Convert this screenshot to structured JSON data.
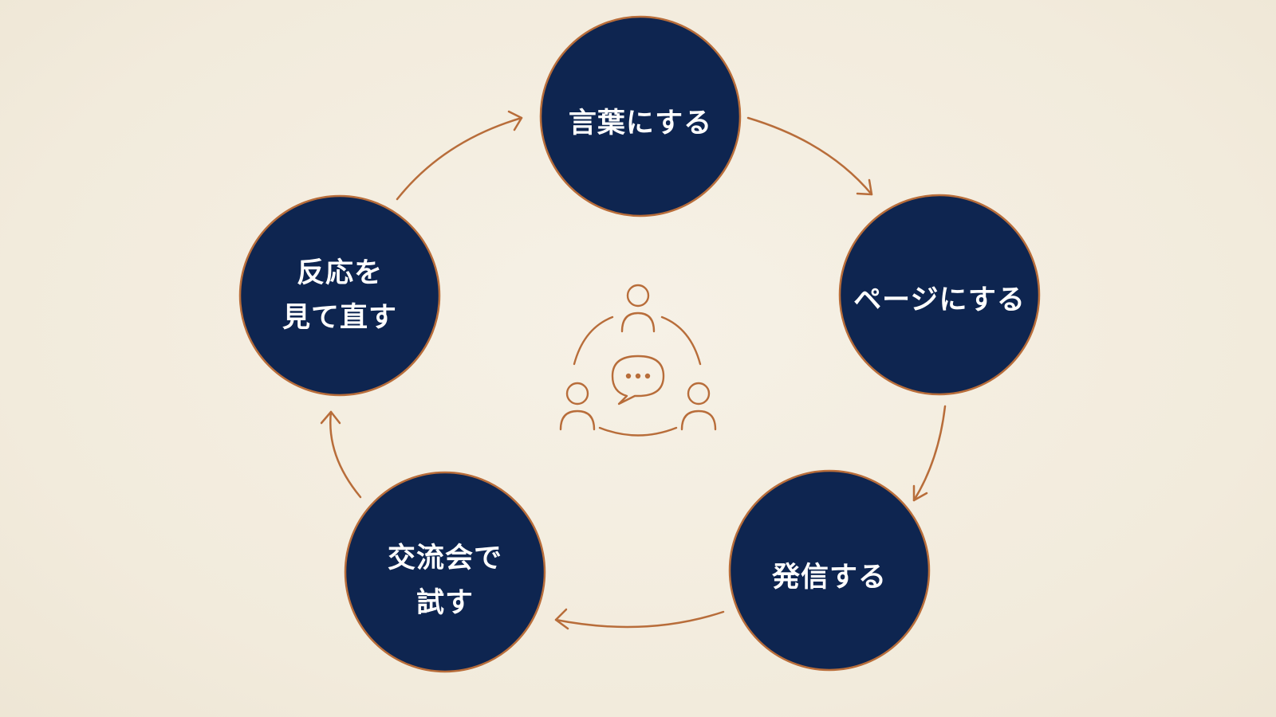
{
  "diagram": {
    "type": "cycle",
    "colors": {
      "background": "#f4eee1",
      "node_fill": "#0e2550",
      "node_stroke": "#b86d3a",
      "arrow": "#b86d3a",
      "label": "#ffffff"
    },
    "center_icon": "community-conversation-icon",
    "nodes": [
      {
        "id": "words",
        "lines": [
          "言葉にする"
        ]
      },
      {
        "id": "page",
        "lines": [
          "ページにする"
        ]
      },
      {
        "id": "publish",
        "lines": [
          "発信する"
        ]
      },
      {
        "id": "meetup",
        "lines": [
          "交流会で",
          "試す"
        ]
      },
      {
        "id": "feedback",
        "lines": [
          "反応を",
          "見て直す"
        ]
      }
    ],
    "flow": [
      "words",
      "page",
      "publish",
      "meetup",
      "feedback",
      "words"
    ]
  }
}
